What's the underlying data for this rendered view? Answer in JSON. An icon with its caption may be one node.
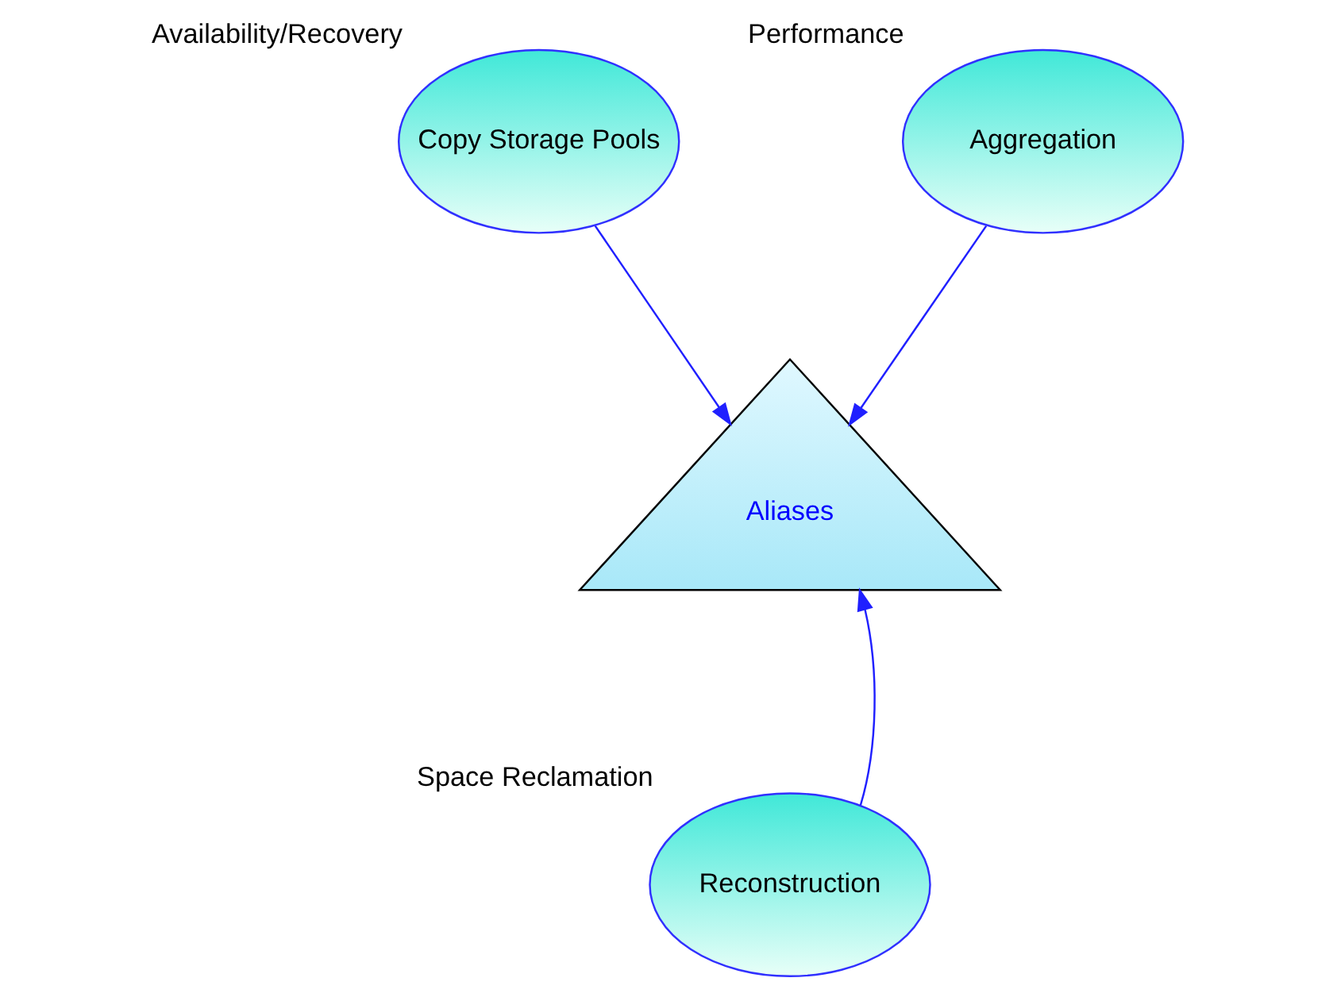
{
  "diagram": {
    "nodes": [
      {
        "text": [
          "Copy Storage Pools"
        ],
        "beside": [
          "Availability/Recovery"
        ]
      },
      {
        "text": [
          "Aliases"
        ]
      },
      {
        "text": [
          "Aggregation"
        ],
        "beside": [
          "Performance"
        ]
      },
      {
        "text": [
          "Reconstruction"
        ],
        "beside": [
          "Space Reclamation"
        ]
      }
    ],
    "edges": [
      {
        "from": 0,
        "to": 1,
        "arrow": "to"
      },
      {
        "from": 2,
        "to": 1,
        "arrow": "to"
      },
      {
        "from": 3,
        "to": 1,
        "arrow": "to"
      }
    ]
  }
}
